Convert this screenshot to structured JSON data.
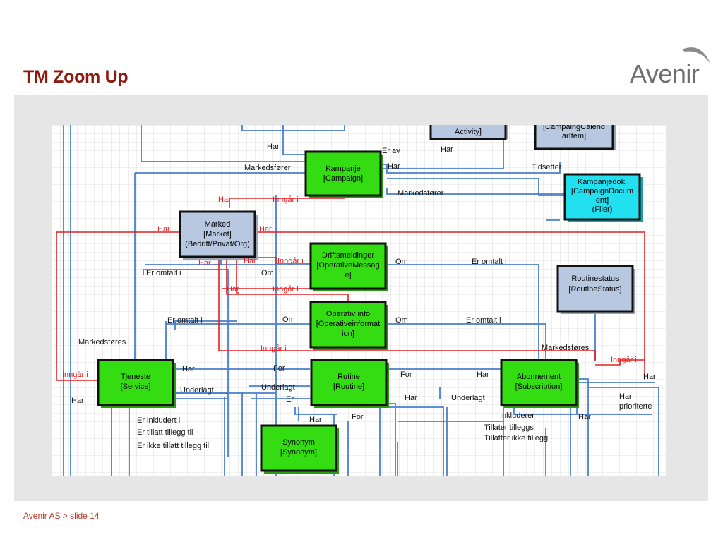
{
  "slide": {
    "title": "TM Zoom Up",
    "logo": "Avenir",
    "footer": "Avenir AS > slide 14"
  },
  "colors": {
    "title": "#8b1a10",
    "footer": "#c0392b",
    "green_entity": "#33dd11",
    "blue_entity": "#b8c8e0",
    "cyan_entity": "#22e0f0",
    "relation_blue": "#4a7fcc",
    "relation_red": "#e02020"
  },
  "entities": [
    {
      "id": "activity",
      "lines": [
        "Activity]"
      ]
    },
    {
      "id": "campaigncal",
      "lines": [
        "[CampaingCalend",
        "arItem]"
      ]
    },
    {
      "id": "kampanje",
      "lines": [
        "Kampanje",
        "[Campaign]"
      ]
    },
    {
      "id": "kampanjedok",
      "lines": [
        "Kampanjedok.",
        "[CampaignDocum",
        "ent]",
        "(Filer)"
      ]
    },
    {
      "id": "marked",
      "lines": [
        "Marked",
        "[Market]",
        "(Bedrift/Privat/Org)"
      ]
    },
    {
      "id": "drift",
      "lines": [
        "Driftsmeldinger",
        "[OperativeMessag",
        "e]"
      ]
    },
    {
      "id": "routinestatus",
      "lines": [
        "Routinestatus",
        "[RoutineStatus]"
      ]
    },
    {
      "id": "operativ",
      "lines": [
        "Operativ info",
        "[Operativeinformat",
        "ion]"
      ]
    },
    {
      "id": "tjeneste",
      "lines": [
        "Tjeneste",
        "[Service]"
      ]
    },
    {
      "id": "rutine",
      "lines": [
        "Rutine",
        "[Routine]"
      ]
    },
    {
      "id": "abonnement",
      "lines": [
        "Abonnement",
        "[Subscription]"
      ]
    },
    {
      "id": "synonym",
      "lines": [
        "Synonym",
        "[Synonym]"
      ]
    }
  ],
  "labels": {
    "har_top": "Har",
    "er_av": "Er av",
    "har_act": "Har",
    "har_kamp": "Har",
    "tidsetter": "Tidsetter",
    "markedsforer_1": "Markedsfører",
    "markedsforer_2": "Markedsfører",
    "har_r1": "Har",
    "inngar_r1": "Inngår i",
    "har_r2": "Har",
    "har_r3": "Har",
    "har_r4": "Har",
    "inngar_r2": "Inngår i",
    "om_1": "Om",
    "er_omtalt_1": "Er omtalt i",
    "er_omtalt_2": "Er omtalt i",
    "om_2": "Om",
    "har_r5": "Har",
    "inngar_r3": "Inngår i",
    "er_omtalt_3": "Er omtalt i",
    "om_3": "Om",
    "om_4": "Om",
    "er_omtalt_4": "Er omtalt i",
    "markedsfores_1": "Markedsføres i",
    "inngar_r4": "Inngår i",
    "markedsfores_2": "Markedsføres i",
    "inngar_r5": "Inngår i",
    "inngar_r6": "Inngår i",
    "har_tj": "Har",
    "for_1": "For",
    "for_2": "For",
    "har_ab": "Har",
    "har_right": "Har",
    "har_left": "Har",
    "underlagt_1": "Underlagt",
    "underlagt_2": "Underlagt",
    "er": "Er",
    "har_ru": "Har",
    "underlagt_3": "Underlagt",
    "har_prio": "Har",
    "prioriterte": "prioriterte",
    "er_inkludert": "Er inkludert i",
    "er_tillatt": "Er tillatt tillegg til",
    "er_ikke_tillatt": "Er ikke tillatt tillegg til",
    "har_syn": "Har",
    "for_3": "For",
    "inkluderer": "Inkluderer",
    "har_ink": "Har",
    "tillater": "Tillater tilleggs",
    "tillater_ikke": "Tillatter ikke tillegg"
  }
}
